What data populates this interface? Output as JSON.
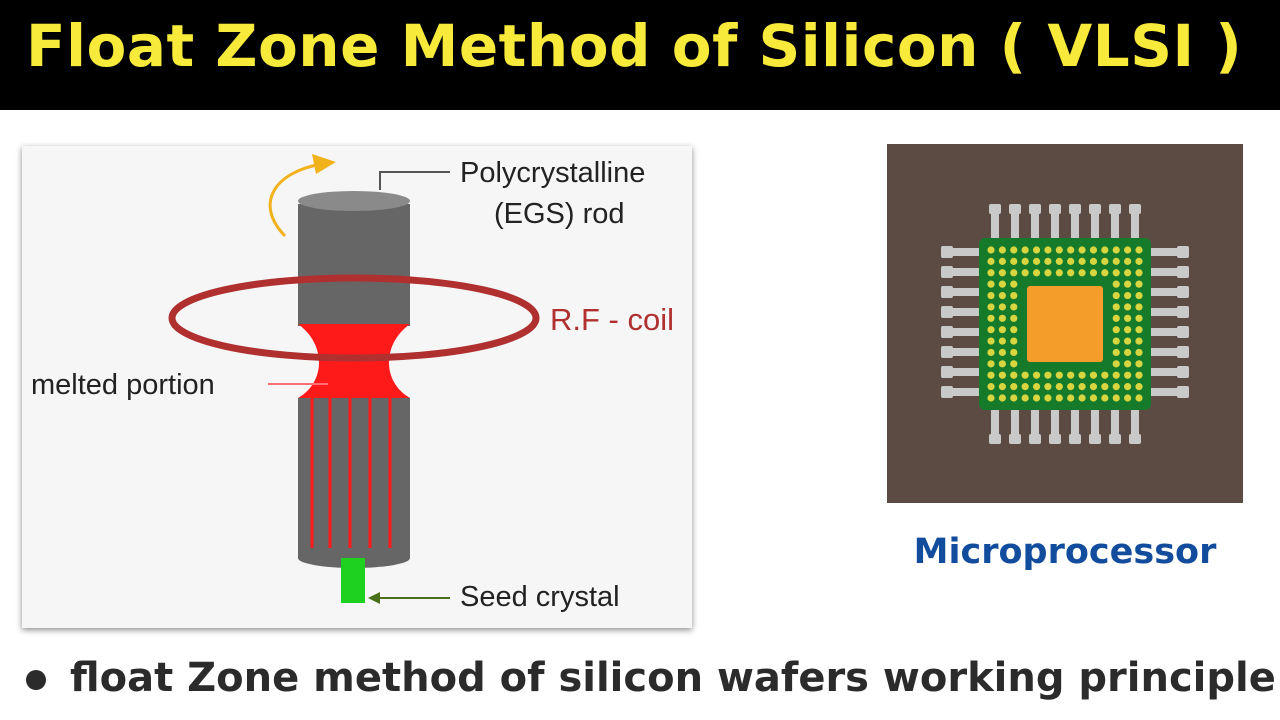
{
  "header": {
    "title": "Float Zone Method of Silicon ( VLSI )"
  },
  "diagram": {
    "labels": {
      "rod_line1": "Polycrystalline",
      "rod_line2": "(EGS) rod",
      "coil": "R.F - coil",
      "melted": "melted portion",
      "seed": "Seed crystal"
    },
    "colors": {
      "rod": "#666666",
      "rod_top": "#8a8a8a",
      "coil": "#b03030",
      "melt": "#ff1a1a",
      "seed": "#1ed11e",
      "rotation_arrow": "#f2b21c",
      "seed_pointer": "#4a6e1a"
    }
  },
  "chip": {
    "label": "Microprocessor",
    "icon": "microprocessor-chip-icon",
    "colors": {
      "background": "#5c4b42",
      "board": "#157a2a",
      "pads": "#d8d640",
      "die": "#f59d2a",
      "pins": "#c9c9c9"
    }
  },
  "footer": {
    "bullet_text": "float Zone method of silicon wafers working principle"
  }
}
